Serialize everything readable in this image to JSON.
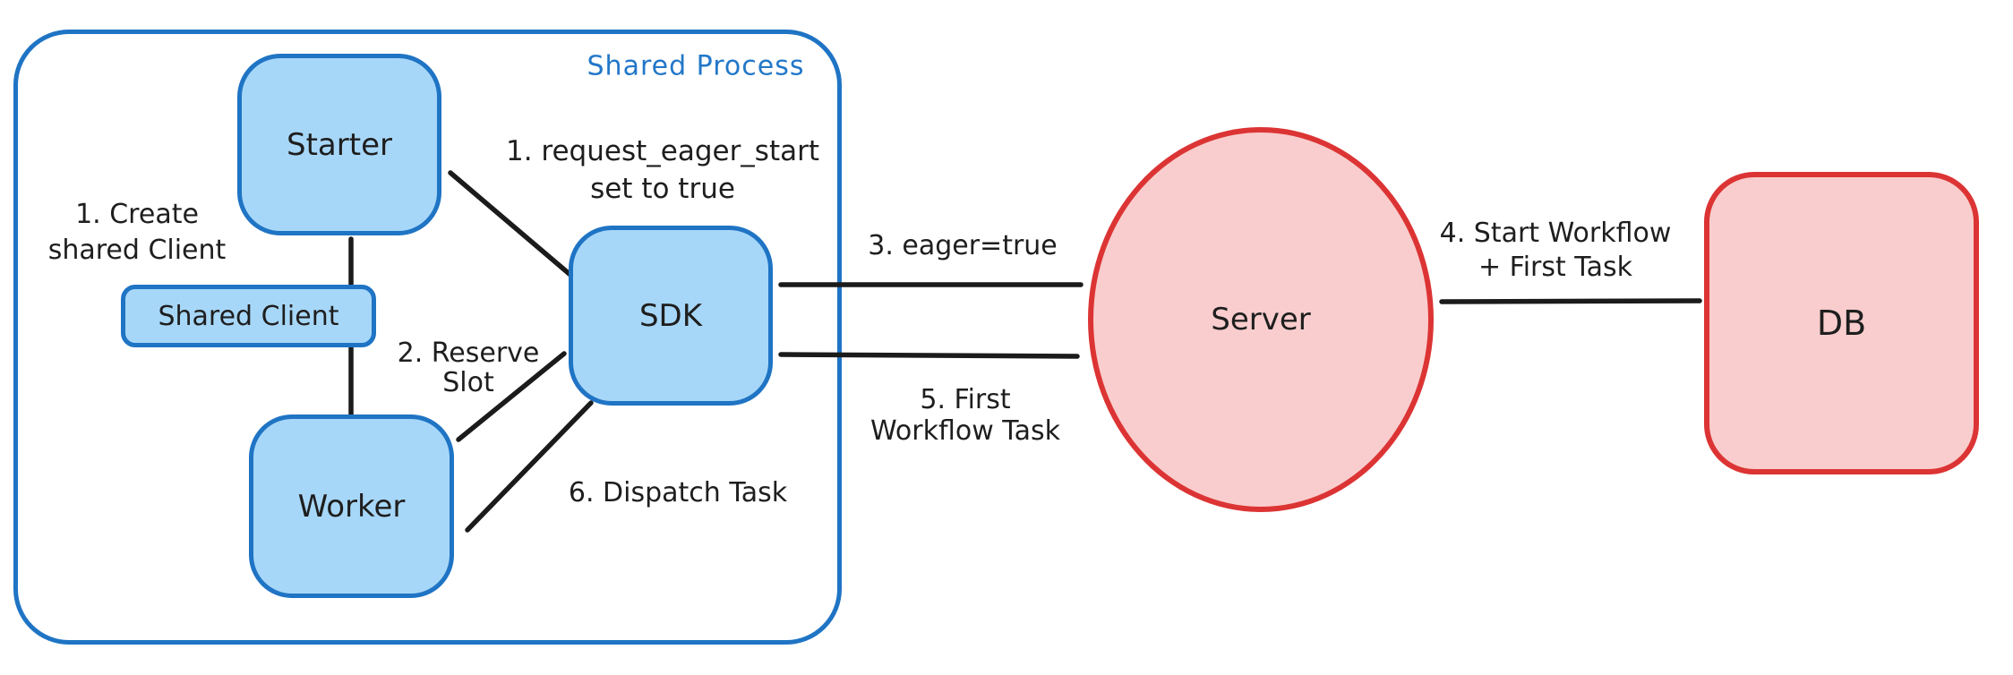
{
  "diagram": {
    "shared_process": {
      "label": "Shared Process"
    },
    "nodes": {
      "starter": "Starter",
      "shared_client": "Shared Client",
      "worker": "Worker",
      "sdk": "SDK",
      "server": "Server",
      "db": "DB"
    },
    "annotations": {
      "create_shared_client": {
        "line1": "1. Create",
        "line2": "shared Client"
      },
      "request_eager_start": {
        "line1": "1. request_eager_start",
        "line2": "set to true"
      },
      "reserve_slot": {
        "line1": "2. Reserve",
        "line2": "Slot"
      },
      "eager_true": "3. eager=true",
      "start_workflow": {
        "line1": "4. Start Workflow",
        "line2": "+ First Task"
      },
      "first_workflow_task": {
        "line1": "5. First",
        "line2": "Workflow Task"
      },
      "dispatch_task": "6. Dispatch Task"
    },
    "colors": {
      "blue_stroke": "#1f74c4",
      "blue_fill": "#a7d7f8",
      "red_stroke": "#dc3434",
      "red_fill": "#f9cdcd",
      "arrow": "#1b1b1b",
      "text": "#1e1e1e",
      "process_label": "#2277c8"
    }
  }
}
